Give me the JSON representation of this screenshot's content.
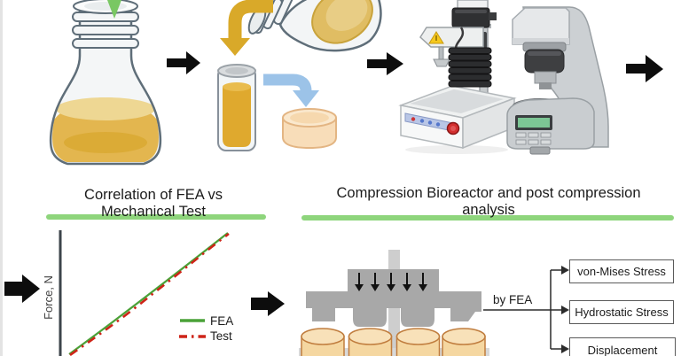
{
  "panels": {
    "left": {
      "title_line1": "Correlation of FEA vs",
      "title_line2": "Mechanical Test"
    },
    "right": {
      "title_line1": "Compression Bioreactor and post compression",
      "title_line2": "analysis"
    }
  },
  "chart_data": {
    "type": "line",
    "title": "Correlation of FEA vs Mechanical Test",
    "xlabel": "",
    "ylabel": "Force, N",
    "axis_numeric_ticks_visible": false,
    "grid": false,
    "legend_position": "inside lower-right",
    "series": [
      {
        "name": "FEA",
        "style": "solid",
        "color": "#4aa238",
        "x_norm": [
          0,
          0.2,
          0.4,
          0.6,
          0.8,
          1.0
        ],
        "y_norm": [
          0,
          0.2,
          0.4,
          0.6,
          0.8,
          1.0
        ]
      },
      {
        "name": "Test",
        "style": "dash-dot",
        "color": "#ce2418",
        "x_norm": [
          0,
          0.2,
          0.4,
          0.6,
          0.8,
          1.0
        ],
        "y_norm": [
          0,
          0.19,
          0.41,
          0.6,
          0.81,
          1.0
        ]
      }
    ],
    "note": "Two nearly identical increasing linear traces showing FEA vs mechanical test correlation; axes cropped, no numeric tick labels visible"
  },
  "bioreactor": {
    "by_fea_label": "by FEA",
    "outputs": [
      "von-Mises Stress",
      "Hydrostatic Stress",
      "Displacement"
    ],
    "load_arrow_count": 5,
    "sample_count": 4
  },
  "workflow_icons": [
    "erlenmeyer-flask-icon",
    "pouring-flask-icon",
    "sample-tube-icon",
    "gel-disc-icon",
    "texture-analyzer-icon",
    "hardness-tester-icon",
    "compression-press-icon"
  ],
  "colors": {
    "highlight_green": "#8ed57c",
    "fea_green": "#4aa238",
    "test_red": "#ce2418",
    "flow_arrow_black": "#0d0d0d",
    "pour_arrow_yellow": "#d9a929",
    "transfer_arrow_blue": "#9cc3e8",
    "medium_yellow": "#e3b64f",
    "sample_tan": "#f5d7a1",
    "press_gray": "#a8a8a8"
  }
}
